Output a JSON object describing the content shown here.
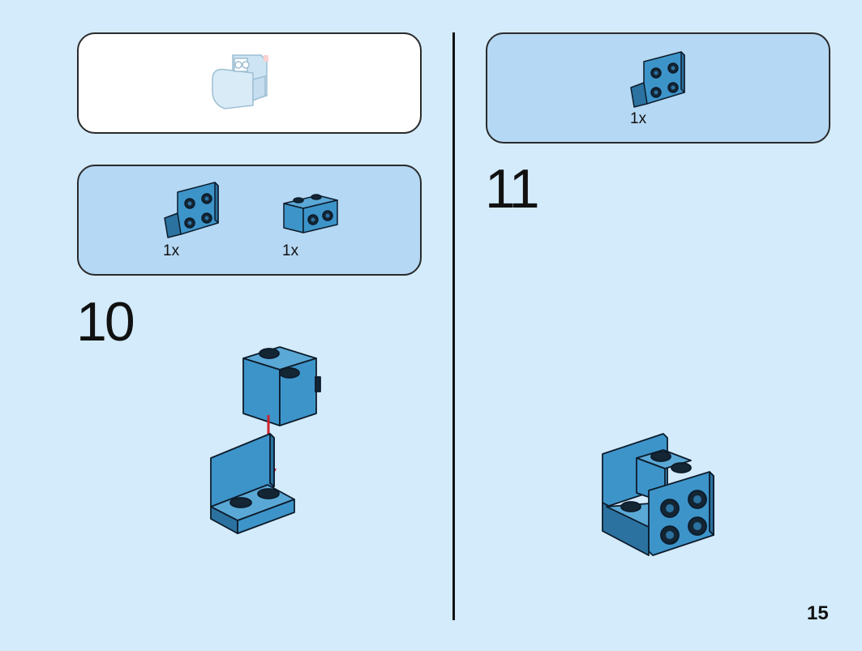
{
  "page": {
    "number": "15"
  },
  "colors": {
    "background": "#d3ebfb",
    "parts_panel": "#b5d8f4",
    "brick_blue": "#3d94c9",
    "brick_blue_dark": "#2b72a0",
    "outline": "#0d1b2a",
    "arrow": "#d0202a"
  },
  "preview": {
    "icon": "model-preview-icon"
  },
  "steps": [
    {
      "number": "10",
      "parts": [
        {
          "icon": "bracket-1x2-2x2-icon",
          "quantity": "1x"
        },
        {
          "icon": "brick-1x2-with-studs-on-side-icon",
          "quantity": "1x"
        }
      ]
    },
    {
      "number": "11",
      "parts": [
        {
          "icon": "bracket-1x2-2x2-icon",
          "quantity": "1x"
        }
      ]
    }
  ]
}
